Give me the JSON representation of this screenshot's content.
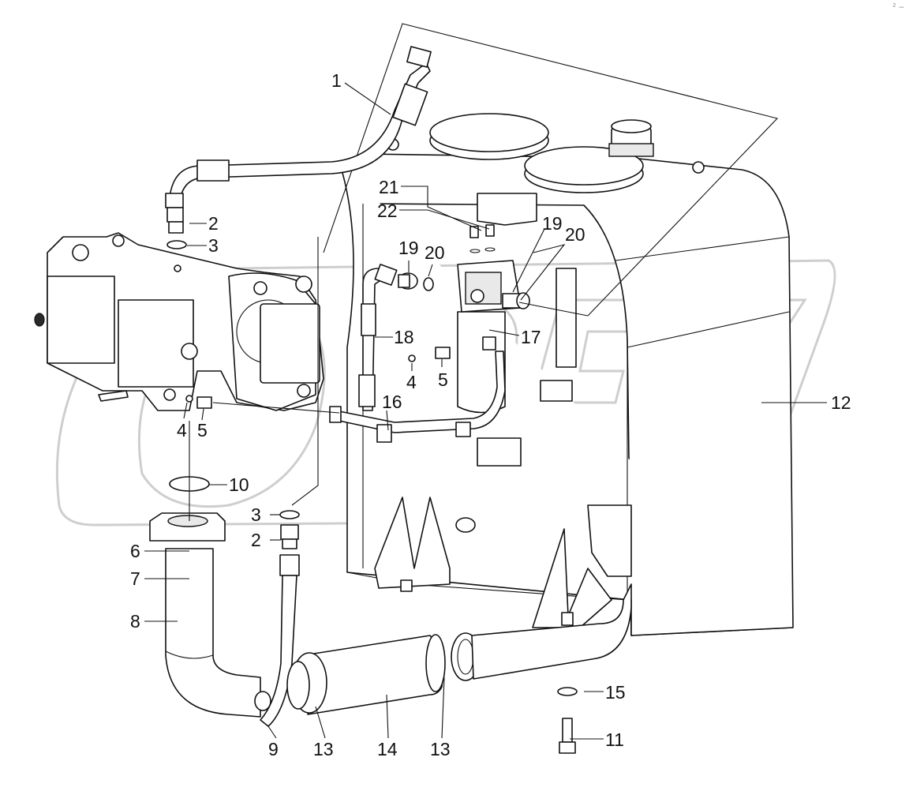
{
  "corner_mark": "² ‒",
  "watermark": "OPEX",
  "callouts": [
    {
      "id": "c1",
      "text": "1"
    },
    {
      "id": "c2a",
      "text": "2"
    },
    {
      "id": "c3a",
      "text": "3"
    },
    {
      "id": "c4a",
      "text": "4"
    },
    {
      "id": "c5a",
      "text": "5"
    },
    {
      "id": "c10",
      "text": "10"
    },
    {
      "id": "c3b",
      "text": "3"
    },
    {
      "id": "c2b",
      "text": "2"
    },
    {
      "id": "c6",
      "text": "6"
    },
    {
      "id": "c7",
      "text": "7"
    },
    {
      "id": "c8",
      "text": "8"
    },
    {
      "id": "c9",
      "text": "9"
    },
    {
      "id": "c13a",
      "text": "13"
    },
    {
      "id": "c14",
      "text": "14"
    },
    {
      "id": "c13b",
      "text": "13"
    },
    {
      "id": "c15",
      "text": "15"
    },
    {
      "id": "c11",
      "text": "11"
    },
    {
      "id": "c12",
      "text": "12"
    },
    {
      "id": "c21",
      "text": "21"
    },
    {
      "id": "c22",
      "text": "22"
    },
    {
      "id": "c19a",
      "text": "19"
    },
    {
      "id": "c20a",
      "text": "20"
    },
    {
      "id": "c19b",
      "text": "19"
    },
    {
      "id": "c20b",
      "text": "20"
    },
    {
      "id": "c18",
      "text": "18"
    },
    {
      "id": "c17",
      "text": "17"
    },
    {
      "id": "c4b",
      "text": "4"
    },
    {
      "id": "c5b",
      "text": "5"
    },
    {
      "id": "c16",
      "text": "16"
    }
  ]
}
